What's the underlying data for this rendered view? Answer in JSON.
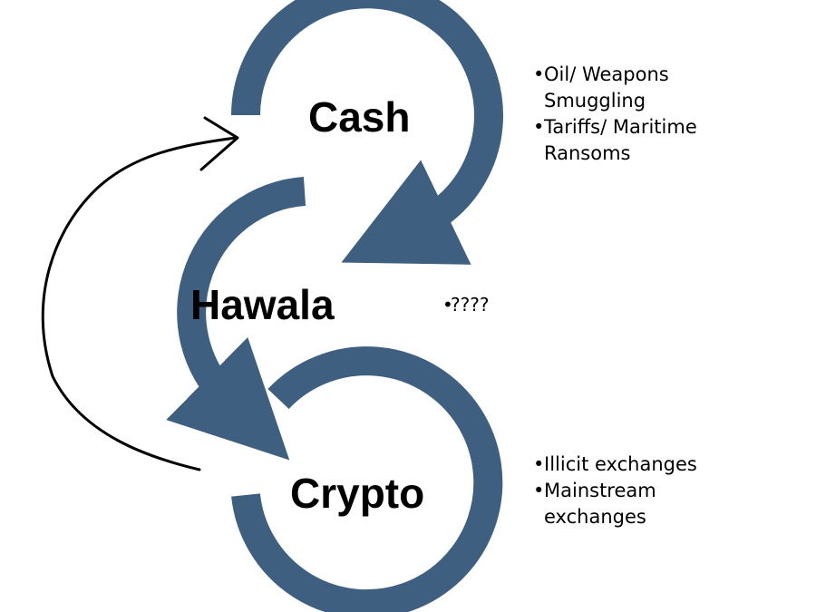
{
  "diagram": {
    "colors": {
      "ring": "#3e5f80",
      "connector": "#000000",
      "text": "#000000"
    },
    "nodes": [
      {
        "id": "cash",
        "label": "Cash",
        "notes": [
          "Oil/ Weapons Smuggling",
          "Tariffs/ Maritime Ransoms"
        ]
      },
      {
        "id": "hawala",
        "label": "Hawala",
        "notes": [
          "????"
        ]
      },
      {
        "id": "crypto",
        "label": "Crypto",
        "notes": [
          "Illicit exchanges",
          "Mainstream exchanges"
        ]
      }
    ],
    "flows": [
      {
        "from": "cash",
        "to": "hawala"
      },
      {
        "from": "hawala",
        "to": "crypto"
      },
      {
        "from": "crypto",
        "to": "cash"
      }
    ]
  }
}
